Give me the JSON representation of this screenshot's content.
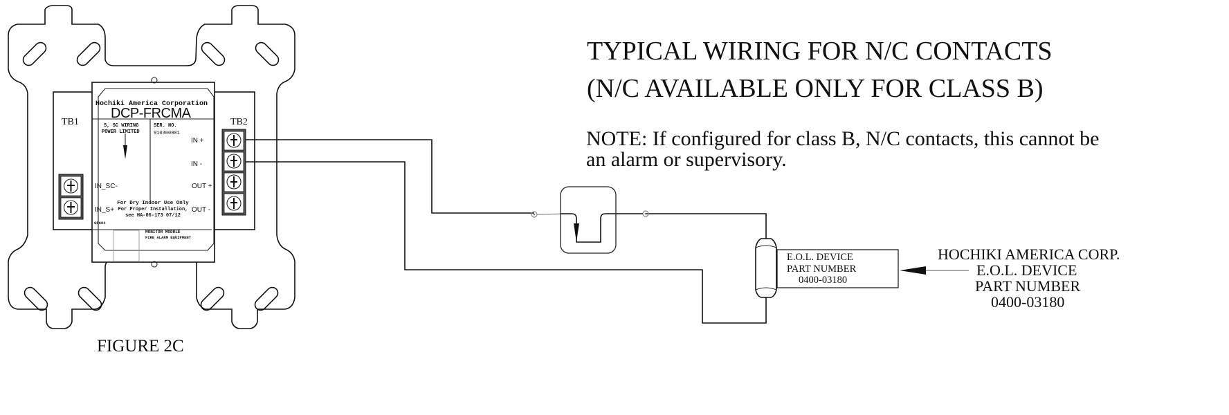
{
  "title": {
    "line1": "TYPICAL WIRING FOR N/C CONTACTS",
    "line2": "(N/C  AVAILABLE ONLY FOR CLASS B)"
  },
  "note": {
    "line1": "NOTE:  If configured for class B, N/C contacts, this cannot be",
    "line2": "an alarm or supervisory."
  },
  "figure_label": "FIGURE 2C",
  "module": {
    "manufacturer": "Hochiki America Corporation",
    "model": "DCP-FRCMA",
    "wiring_note1": "S, SC WIRING",
    "wiring_note2": "POWER LIMITED",
    "serial_label": "SER. NO.",
    "serial_value": "910300001",
    "tb1_label": "TB1",
    "tb2_label": "TB2",
    "terminals": {
      "in_plus": "IN +",
      "in_minus": "IN -",
      "out_plus": "OUT +",
      "out_minus": "OUT -",
      "in_sc_minus": "IN_SC-",
      "in_s_plus": "IN_S+"
    },
    "usage1": "For Dry Indoor Use Only",
    "usage2": "For Proper Installation,",
    "usage3": "see HA-06-173 07/12",
    "code": "S5684",
    "type1": "MONITOR MODULE",
    "type2": "FIRE ALARM EQUIPMENT"
  },
  "eol_box": {
    "line1": "E.O.L. DEVICE",
    "line2": "PART NUMBER",
    "line3": "0400-03180"
  },
  "eol_callout": {
    "line1": "HOCHIKI AMERICA CORP.",
    "line2": "E.O.L. DEVICE",
    "line3": "PART NUMBER",
    "line4": "0400-03180"
  }
}
